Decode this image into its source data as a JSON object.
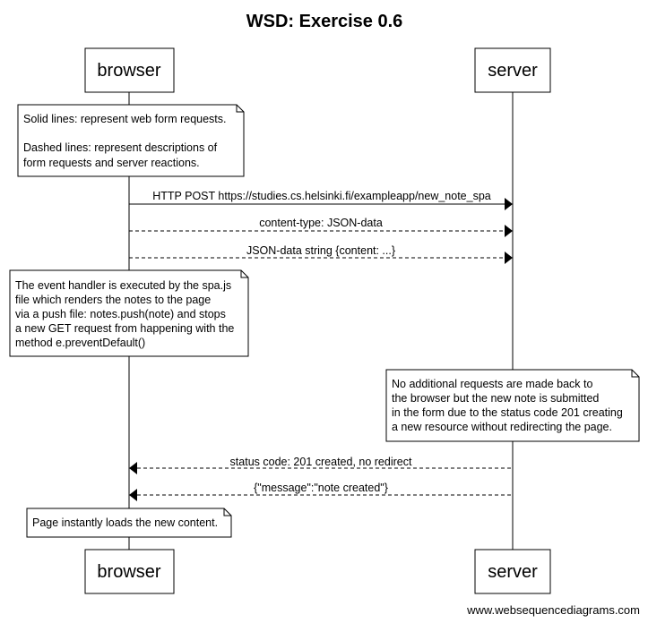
{
  "diagram": {
    "type": "sequence",
    "title": "WSD: Exercise 0.6",
    "participants": [
      {
        "id": "browser",
        "label": "browser"
      },
      {
        "id": "server",
        "label": "server"
      }
    ],
    "notes": [
      {
        "id": "note-legend",
        "over": "browser",
        "lines": [
          "Solid lines: represent web form requests.",
          "",
          "Dashed lines: represent descriptions of",
          "form requests and server reactions."
        ]
      },
      {
        "id": "note-event-handler",
        "over": "browser",
        "lines": [
          "The event handler is executed by the spa.js",
          "file which renders the notes to the page",
          "via a push file: notes.push(note) and stops",
          "a new GET request from happening with the",
          "method e.preventDefault()"
        ]
      },
      {
        "id": "note-no-additional",
        "over": "server",
        "lines": [
          "No additional requests are made back to",
          "the browser but the new note is submitted",
          "in the form due to the status code 201 creating",
          "a new resource without redirecting the page."
        ]
      },
      {
        "id": "note-page-loads",
        "over": "browser",
        "lines": [
          "Page instantly loads the new content."
        ]
      }
    ],
    "messages": [
      {
        "from": "browser",
        "to": "server",
        "style": "solid",
        "label": "HTTP POST https://studies.cs.helsinki.fi/exampleapp/new_note_spa"
      },
      {
        "from": "browser",
        "to": "server",
        "style": "dashed",
        "label": "content-type: JSON-data"
      },
      {
        "from": "browser",
        "to": "server",
        "style": "dashed",
        "label": "JSON-data string {content: ...}"
      },
      {
        "from": "server",
        "to": "browser",
        "style": "dashed",
        "label": "status code: 201 created, no redirect"
      },
      {
        "from": "server",
        "to": "browser",
        "style": "dashed",
        "label": "{\"message\":\"note created\"}"
      }
    ],
    "footer": "www.websequencediagrams.com",
    "colors": {
      "line": "#000000",
      "fill": "#ffffff",
      "text": "#000000"
    }
  }
}
